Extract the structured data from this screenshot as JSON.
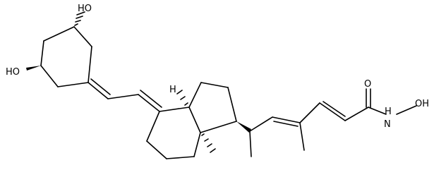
{
  "molecule": {
    "labels": {
      "oh_top": "HO",
      "oh_left": "HO",
      "ring_h": "H",
      "carbonyl_o": "O",
      "hydroxamic_nh": "H",
      "hydroxamic_n": "N",
      "hydroxamic_oh": "OH"
    },
    "colors": {
      "bond": "#000000",
      "background": "#ffffff"
    }
  }
}
